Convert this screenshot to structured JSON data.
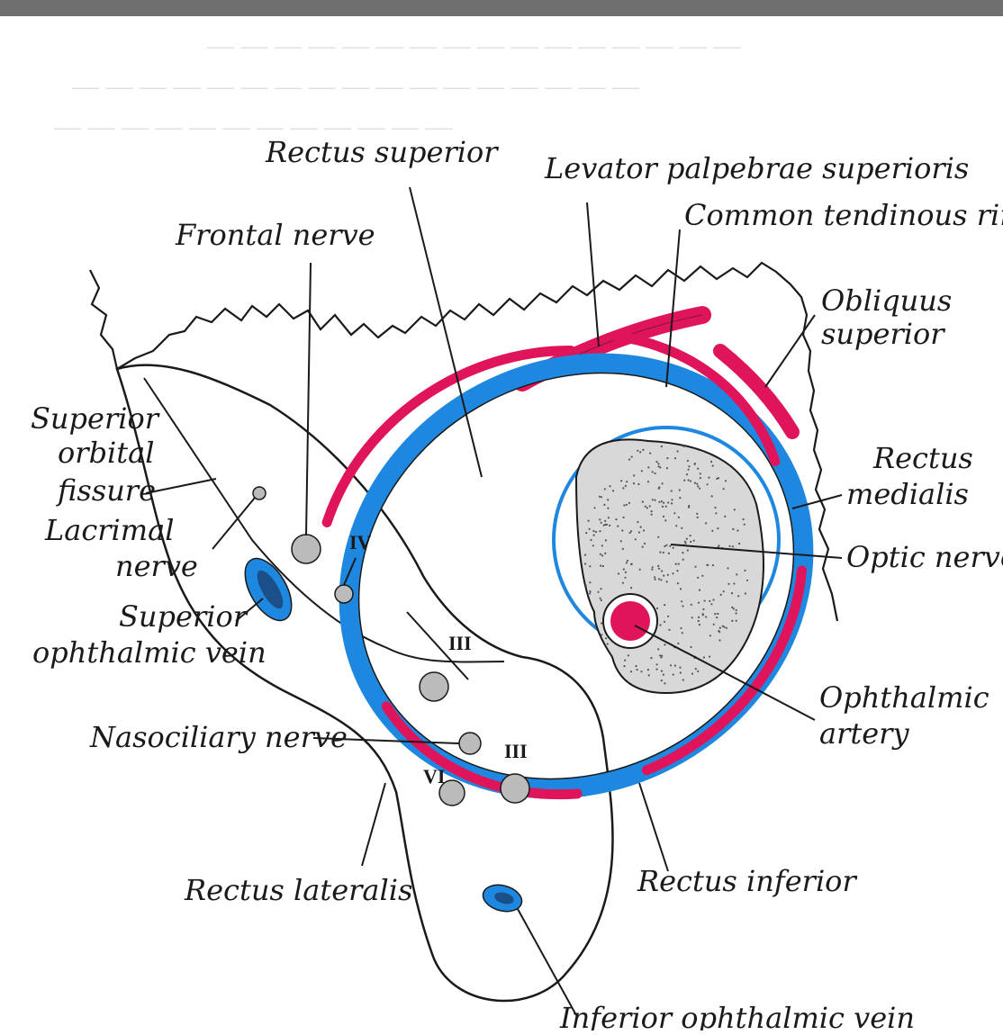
{
  "labels": {
    "rectus_superior": "Rectus superior",
    "levator": "Levator palpebrae superioris",
    "common_ring": "Common tendinous ring",
    "frontal_nerve": "Frontal nerve",
    "obliquus_1": "Obliquus",
    "obliquus_2": "superior",
    "sof_1": "Superior",
    "sof_2": "orbital",
    "sof_3": "fissure",
    "lacrimal_1": "Lacrimal",
    "lacrimal_2": "nerve",
    "rectus_medialis_1": "Rectus",
    "rectus_medialis_2": "medialis",
    "optic_nerve": "Optic nerve",
    "sov_1": "Superior",
    "sov_2": "ophthalmic vein",
    "ophthalmic_artery_1": "Ophthalmic",
    "ophthalmic_artery_2": "artery",
    "nasociliary": "Nasociliary nerve",
    "rectus_lateralis": "Rectus lateralis",
    "rectus_inferior": "Rectus inferior",
    "inferior_ophthalmic_vein": "Inferior ophthalmic vein"
  },
  "numerals": {
    "trochlear": "IV",
    "oculomotor_superior": "III",
    "abducens": "VI",
    "oculomotor_inferior": "III"
  },
  "colors": {
    "muscle": "#e0145a",
    "ring": "#1e88e0",
    "nerve": "#8a8a8a",
    "outline": "#1a1a1a"
  }
}
